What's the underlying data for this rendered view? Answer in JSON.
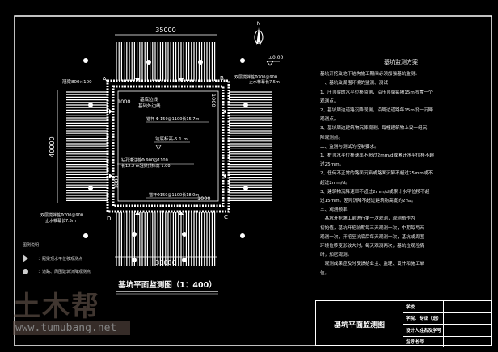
{
  "drawing": {
    "dim_width_top": "35000",
    "dim_width_bottom": "35000",
    "dim_height": "40000",
    "corners": {
      "a": "A",
      "b": "B",
      "c": "C",
      "d": "D"
    },
    "north": "N",
    "elevation": "±0.00",
    "labels": {
      "crown_beam": "冠梁800×100",
      "slope_line_1": "基底边线",
      "slope_line_2": "基础外边线",
      "anchor_top": "锚杆 Φ 150@1100长15.7m",
      "pit_bottom": "坑底标高-5.1 m",
      "pile_1": "钻孔灌注桩Φ 900@1100",
      "pile_2": "长12.2 m冠梁顶标高-1.00",
      "anchor_bottom": "锚杆Φ150@1100长18.0m",
      "mix_pile_right_1": "双层搅拌桩Φ700@900",
      "mix_pile_right_2": "止水帷幕长7.5m",
      "mix_pile_left_1": "双层搅拌桩Φ700@900",
      "mix_pile_left_2": "止水帷幕长7.5m",
      "dim_1000_a": "1000",
      "dim_1000_b": "1000",
      "dim_1000_c": "1000",
      "dim_1000_d": "1000"
    },
    "title": "基坑平面监测图（1：400）"
  },
  "plan": {
    "title": "基坑监测方案",
    "lines": [
      "基坑开挖及地下结构施工期间必须加强基坑监测。",
      "一、基坑及周围环境的监测、测试",
      "1、压顶梁的水平位移监测，沿压顶梁每隔15m布置一个",
      "观测点。",
      "2、基坑周边道路沉降观测，沿周边道路每15m设一沉降",
      "观测点。",
      "3、基坑周边建筑物沉降观测，每幢建筑物上设一组沉",
      "降观测点。",
      "二、监测与测试的控制要求。",
      "1、桩顶水平位移速率不超过2mm/d或累计水平位移不超",
      "过25mm。",
      "2、任何不正常的路面沉陷或路面沉陷不超过25mm或不",
      "超过2mm/d。",
      "3、建筑物沉降速率不超过2mm/d或累计水平位移不超",
      "过15mm，差异沉降不超过建筑物高度的2‰。",
      "三、观测频率",
      "　基坑开挖施工前进行第一次观测，观测值作为",
      "初始值，基坑开挖前期每三天观测一次，中期每两天",
      "观测一次，开挖至坑底后每天观测一次，基坑或周围",
      "环境位移变形较大时，每天观测两次，基坑位观险情",
      "时，加密观测。",
      "　观测成果应及时反馈给业主、监理、设计和施工单",
      "位。"
    ]
  },
  "legend": {
    "title": "图例说明",
    "items": [
      {
        "icon": "triangle",
        "label": "：冠梁顶水平位移观测点"
      },
      {
        "icon": "dot",
        "label": "：道路、周围建筑沉降观测点"
      }
    ]
  },
  "watermark": {
    "logo": "土木帮",
    "url": "www.tumubang.net"
  },
  "title_block": {
    "drawing_name": "基坑平面监测图",
    "school": "学校",
    "college_major": "学院、专业（班）",
    "designer": "设计人姓名及学号",
    "advisor": "指导老师"
  }
}
